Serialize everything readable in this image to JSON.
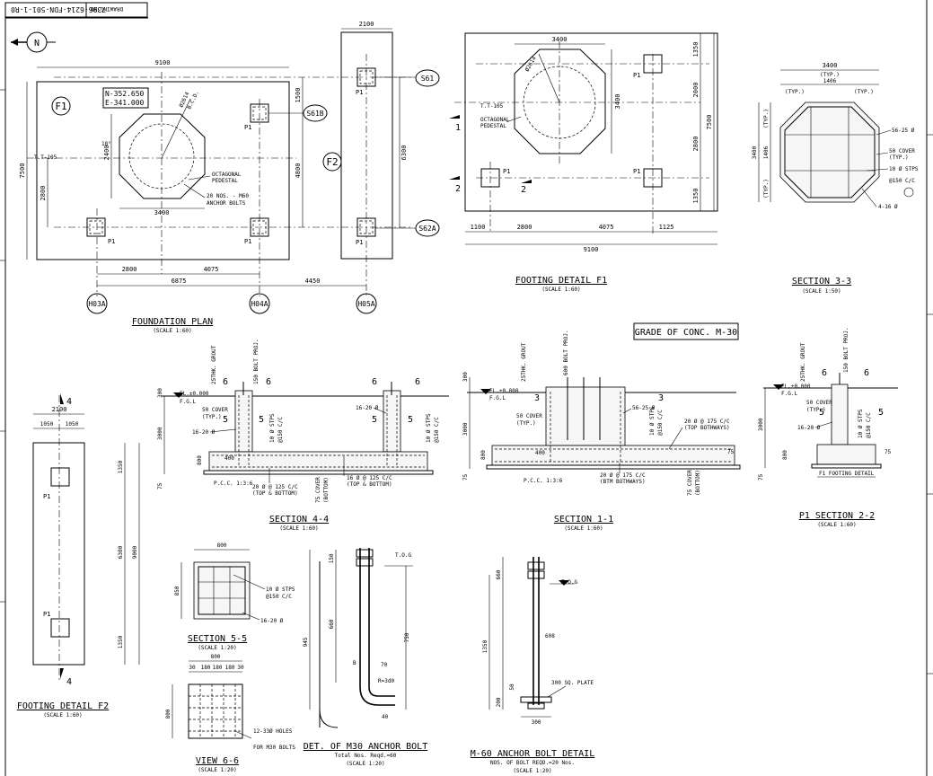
{
  "title_block": {
    "drawing_no_label": "DRAWING NO",
    "drawing_no": "7396-6214-FDN-501-1-R0"
  },
  "north_label": "N",
  "grade_note": "GRADE OF CONC. M-30",
  "foundation_plan": {
    "title": "FOUNDATION PLAN",
    "scale": "(SCALE 1:60)",
    "footing_f1": "F1",
    "footing_f2": "F2",
    "coords_n": "N-352.650",
    "coords_e": "E-341.000",
    "grid_bubbles": [
      "H03A",
      "H04A",
      "H05A"
    ],
    "column_tags": [
      "S61",
      "S61B",
      "S62A"
    ],
    "pile": "P1",
    "notes": {
      "octagonal": "OCTAGONAL",
      "pedestal": "PEDESTAL",
      "bolts_line1": "20 NOS. - M60",
      "bolts_line2": "ANCHOR BOLTS",
      "top": "T.T-105",
      "pcd_value": "Ø2614",
      "pcd_label": "B.C.D.",
      "angle": "18°"
    },
    "dims": {
      "d9100": "9100",
      "d2100": "2100",
      "d7500": "7500",
      "d2800": "2800",
      "d3400": "3400",
      "d4075": "4075",
      "d6875": "6875",
      "d4450": "4450",
      "d1500": "1500",
      "d4800": "4800",
      "d6300": "6300",
      "d2400": "2400"
    }
  },
  "footing_f1": {
    "title": "FOOTING DETAIL F1",
    "scale": "(SCALE 1:60)",
    "pile": "P1",
    "notes": {
      "octagonal": "OCTAGONAL",
      "pedestal": "PEDESTAL",
      "top": "T.T-105"
    },
    "dims": {
      "d3400": "3400",
      "d2614": "Ø2614",
      "d1350": "1350",
      "d2000": "2000",
      "d2800": "2800",
      "d7500": "7500",
      "d1100": "1100",
      "d4075": "4075",
      "d1125": "1125",
      "d9100": "9100"
    },
    "cut1": "1",
    "cut2": "2"
  },
  "section_3_3": {
    "title": "SECTION 3-3",
    "scale": "(SCALE 1:50)",
    "dims": {
      "d3400": "3400",
      "d1406": "1406",
      "typ": "(TYP.)"
    },
    "notes": {
      "ties": "56-25 Ø",
      "cover": "50 COVER",
      "typ": "(TYP.)",
      "stirrups1": "10 Ø STPS",
      "stirrups2": "@150 C/C",
      "lugs": "4-16 Ø"
    }
  },
  "footing_f2": {
    "title": "FOOTING DETAIL F2",
    "scale": "(SCALE 1:60)",
    "pile": "P1",
    "cut": "4",
    "dims": {
      "d2100": "2100",
      "d1050": "1050",
      "d1350": "1350",
      "d6300": "6300",
      "d9000": "9000"
    }
  },
  "section_4_4": {
    "title": "SECTION 4-4",
    "scale": "(SCALE 1:60)",
    "notes": {
      "el": "EL.±0.000",
      "fgl": "F.G.L",
      "grout": "25THK. GROUT",
      "bolt_proj": "150 BOLT PROJ.",
      "cover": "50 COVER",
      "typ": "(TYP.)",
      "bars": "16-20 Ø",
      "stirrups1": "10 Ø STPS",
      "stirrups2": "@150 C/C",
      "bot1": "20 Ø @ 125 C/C",
      "bot2": "(TOP & BOTTOM)",
      "top1": "16 Ø @ 125 C/C",
      "top2": "(TOP & BOTTOM)",
      "pcc": "P.C.C. 1:3:6",
      "cover75": "75 COVER",
      "bottom": "(BOTTOM)"
    },
    "dims": {
      "d300": "300",
      "d3000": "3000",
      "d800": "800",
      "d400": "400",
      "d75": "75"
    },
    "cuts": [
      "6",
      "5"
    ]
  },
  "section_1_1": {
    "title": "SECTION 1-1",
    "scale": "(SCALE 1:60)",
    "notes": {
      "el": "EL.±0.000",
      "fgl": "F.G.L",
      "grout": "25THK. GROUT",
      "bolt_proj": "600 BOLT PROJ.",
      "ties": "56-25 Ø",
      "cover": "50 COVER",
      "typ": "(TYP.)",
      "stirrups1": "10 Ø STPS",
      "stirrups2": "@150 C/C",
      "top1": "20 Ø @ 175 C/C",
      "top2": "(TOP BOTHWAYS)",
      "btm1": "20 Ø @ 175 C/C",
      "btm2": "(BTM BOTHWAYS)",
      "pcc": "P.C.C. 1:3:6",
      "cover75": "75 COVER",
      "bottom": "(BOTTOM)"
    },
    "dims": {
      "d300": "300",
      "d3000": "3000",
      "d800": "800",
      "d400": "400",
      "d75": "75"
    },
    "cut": "3"
  },
  "section_2_2": {
    "title": "P1 SECTION 2-2",
    "scale": "(SCALE 1:60)",
    "notes": {
      "el": "EL.±0.000",
      "fgl": "F.G.L",
      "grout": "25THK. GROUT",
      "bolt_proj": "150 BOLT PROJ.",
      "cover": "50 COVER",
      "typ": "(TYP.)",
      "bars": "16-20 Ø",
      "stirrups1": "10 Ø STPS",
      "stirrups2": "@150 C/C",
      "ref": "F1 FOOTING DETAIL"
    },
    "dims": {
      "d3000": "3000",
      "d800": "800",
      "d75": "75"
    },
    "cuts": [
      "6",
      "5"
    ]
  },
  "section_5_5": {
    "title": "SECTION 5-5",
    "scale": "(SCALE 1:20)",
    "dims": {
      "d800": "800",
      "d850": "850"
    },
    "notes": {
      "stirrups1": "10 Ø STPS",
      "stirrups2": "@150 C/C",
      "bars": "16-20 Ø"
    }
  },
  "view_6_6": {
    "title": "VIEW 6-6",
    "scale": "(SCALE 1:20)",
    "dims": {
      "d800": "800",
      "d30": "30",
      "d180": "180"
    },
    "notes": {
      "holes1": "12-33Ø HOLES",
      "holes2": "FOR M30 BOLTS"
    }
  },
  "m30_bolt": {
    "title": "DET. OF M30 ANCHOR BOLT",
    "sub": "Total Nos. Reqd.=60",
    "scale": "(SCALE 1:20)",
    "notes": {
      "tog": "T.O.G",
      "d150": "150",
      "d660": "660",
      "d945": "945",
      "d750": "750",
      "d70": "70",
      "radius": "R=3d0",
      "d40": "40",
      "b": "B"
    }
  },
  "m60_bolt": {
    "title": "M-60 ANCHOR BOLT DETAIL",
    "sub": "NOS. OF BOLT REQD.=20 Nos.",
    "scale": "(SCALE 1:20)",
    "notes": {
      "tog": "T.O.G",
      "d660": "660",
      "d1350": "1350",
      "d200": "200",
      "d50": "50",
      "d608": "608",
      "plate": "300 SQ. PLATE",
      "d300": "300"
    }
  }
}
